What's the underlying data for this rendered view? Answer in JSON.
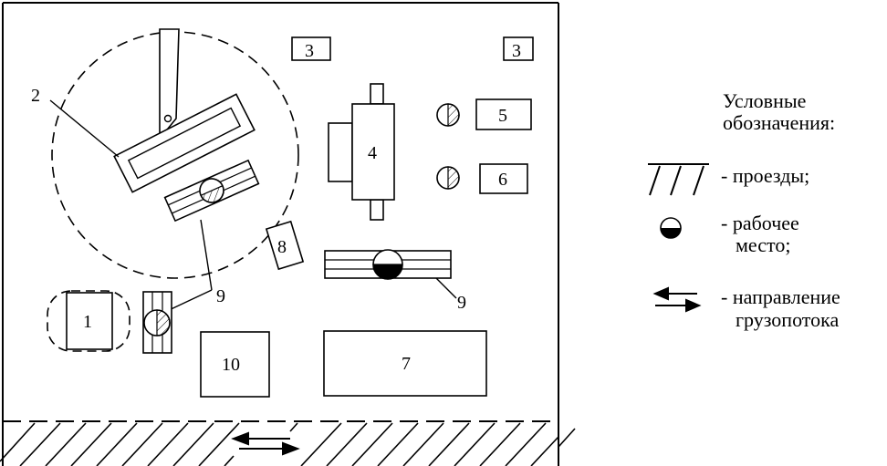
{
  "labels": {
    "l1": "1",
    "l2": "2",
    "l3a": "3",
    "l3b": "3",
    "l4": "4",
    "l5": "5",
    "l6": "6",
    "l7": "7",
    "l8": "8",
    "l9a": "9",
    "l9b": "9",
    "l10": "10"
  },
  "legend": {
    "title_line1": "Условные",
    "title_line2": "обозначения:",
    "roads": "- проезды;",
    "workplace_line1": "- рабочее",
    "workplace_line2": "место;",
    "flow_line1": "- направление",
    "flow_line2": "грузопотока"
  },
  "colors": {
    "ink": "#000000",
    "paper": "#ffffff"
  }
}
